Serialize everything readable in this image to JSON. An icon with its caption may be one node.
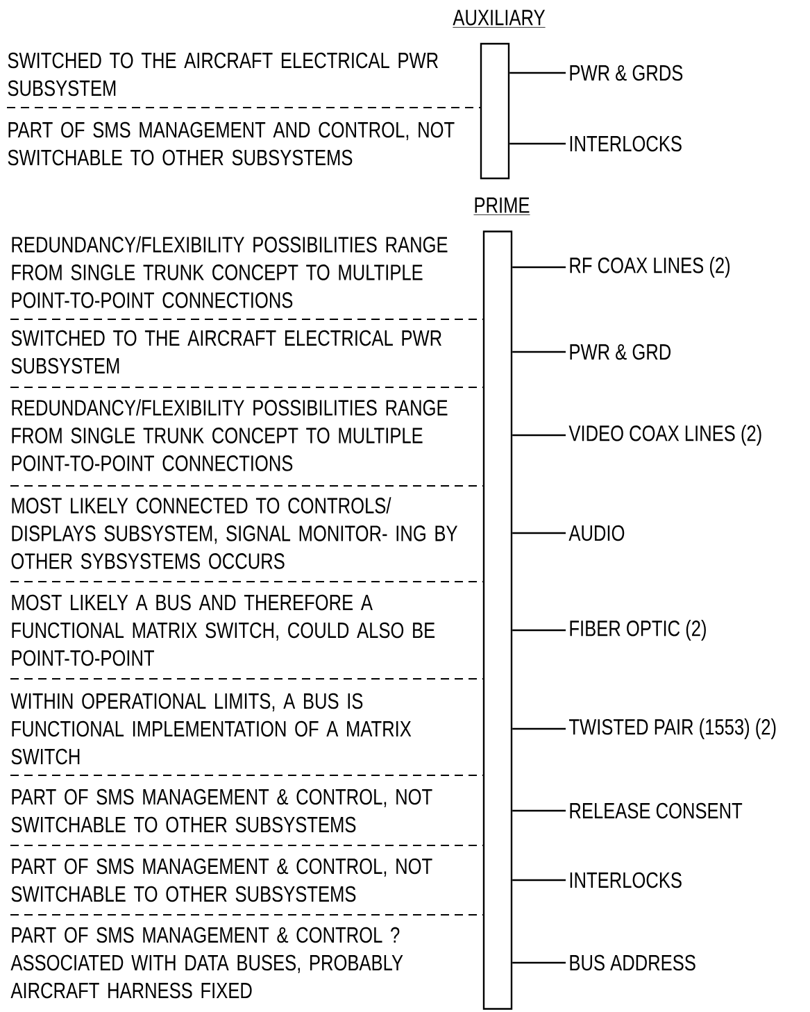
{
  "diagram": {
    "nodes": [
      {
        "text": [
          "AUXILIARY"
        ]
      },
      {
        "text": [
          "PWR & GRDS"
        ]
      },
      {
        "text": [
          "INTERLOCKS"
        ]
      },
      {
        "text": [
          "PRIME"
        ]
      },
      {
        "text": [
          "RF COAX LINES (2)"
        ]
      },
      {
        "text": [
          "PWR & GRD"
        ]
      },
      {
        "text": [
          "VIDEO COAX LINES (2)"
        ]
      },
      {
        "text": [
          "AUDIO"
        ]
      },
      {
        "text": [
          "FIBER OPTIC (2)"
        ]
      },
      {
        "text": [
          "TWISTED PAIR (1553) (2)"
        ]
      },
      {
        "text": [
          "RELEASE CONSENT"
        ]
      },
      {
        "text": [
          "INTERLOCKS"
        ]
      },
      {
        "text": [
          "BUS ADDRESS"
        ]
      }
    ],
    "edges": [
      {
        "from": 0,
        "to": 1,
        "arrow": "none"
      },
      {
        "from": 0,
        "to": 2,
        "arrow": "none"
      },
      {
        "from": 3,
        "to": 4,
        "arrow": "none"
      },
      {
        "from": 3,
        "to": 5,
        "arrow": "none"
      },
      {
        "from": 3,
        "to": 6,
        "arrow": "none"
      },
      {
        "from": 3,
        "to": 7,
        "arrow": "none"
      },
      {
        "from": 3,
        "to": 8,
        "arrow": "none"
      },
      {
        "from": 3,
        "to": 9,
        "arrow": "none"
      },
      {
        "from": 3,
        "to": 10,
        "arrow": "none"
      },
      {
        "from": 3,
        "to": 11,
        "arrow": "none"
      },
      {
        "from": 3,
        "to": 12,
        "arrow": "none"
      }
    ],
    "labels": [
      "SWITCHED TO THE AIRCRAFT ELECTRICAL PWR SUBSYSTEM",
      "PART OF SMS MANAGEMENT AND CONTROL, NOT SWITCHABLE TO OTHER SUBSYSTEMS",
      "REDUNDANCY/FLEXIBILITY POSSIBILITIES RANGE FROM SINGLE TRUNK CONCEPT TO MULTIPLE POINT-TO-POINT CONNECTIONS",
      "SWITCHED TO THE AIRCRAFT ELECTRICAL PWR SUBSYSTEM",
      "REDUNDANCY/FLEXIBILITY POSSIBILITIES RANGE FROM SINGLE TRUNK CONCEPT TO MULTIPLE POINT-TO-POINT CONNECTIONS",
      "MOST LIKELY CONNECTED TO CONTROLS/ DISPLAYS SUBSYSTEM, SIGNAL MONITOR- ING BY OTHER SYBSYSTEMS OCCURS",
      "MOST LIKELY A BUS AND THEREFORE A FUNCTIONAL MATRIX SWITCH, COULD ALSO BE POINT-TO-POINT",
      "WITHIN OPERATIONAL LIMITS, A BUS IS FUNCTIONAL IMPLEMENTATION OF A MATRIX SWITCH",
      "PART OF SMS MANAGEMENT & CONTROL, NOT SWITCHABLE TO OTHER SUBSYSTEMS",
      "PART OF SMS MANAGEMENT & CONTROL, NOT SWITCHABLE TO OTHER SUBSYSTEMS",
      "PART OF SMS MANAGEMENT & CONTROL ? ASSOCIATED WITH DATA BUSES, PROBABLY AIRCRAFT HARNESS FIXED"
    ]
  }
}
